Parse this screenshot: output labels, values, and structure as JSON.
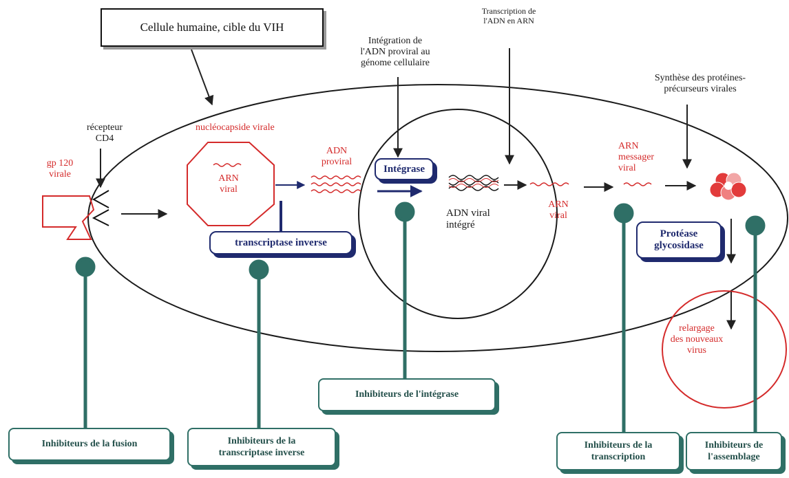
{
  "title": "Cellule humaine, cible du VIH",
  "labels": {
    "recepteur": "récepteur\nCD4",
    "gp120": "gp 120\nvirale",
    "nucleocapside": "nucléocapside virale",
    "arn_viral": "ARN\nviral",
    "adn_proviral": "ADN\nproviral",
    "integration": "Intégration de\nl'ADN proviral au\ngénome cellulaire",
    "transcription": "Transcription de\nl'ADN en ARN",
    "adn_integre": "ADN viral\nintégré",
    "arn_viral2": "ARN\nviral",
    "arn_messager": "ARN\nmessager\nviral",
    "synthese": "Synthèse des protéines-\nprécurseurs virales",
    "relargage": "relargage\ndes nouveaux\nvirus"
  },
  "enzymes": {
    "integrase": "Intégrase",
    "transcriptase": "transcriptase inverse",
    "protease": "Protéase\nglycosidase"
  },
  "inhibitors": {
    "fusion": "Inhibiteurs de la  fusion",
    "transcriptase": "Inhibiteurs de la\ntranscriptase inverse",
    "integrase": "Inhibiteurs de l'intégrase",
    "transcription": "Inhibiteurs de la\ntranscription",
    "assemblage": "Inhibiteurs de\nl'assemblage"
  },
  "colors": {
    "membrane": "#1a1a1a",
    "viral": "#d42a2a",
    "enzyme": "#1f2a6e",
    "inhibitor": "#2f6f66"
  }
}
